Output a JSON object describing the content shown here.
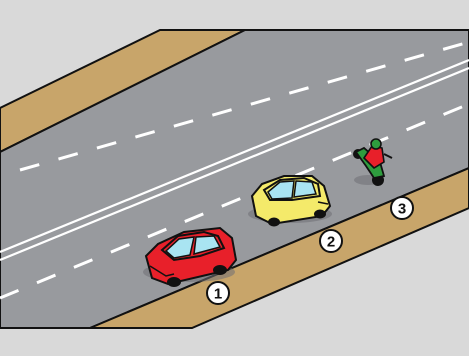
{
  "scene": {
    "colors": {
      "background": "#d9d9d9",
      "asphalt": "#989a9e",
      "shoulder": "#c8a56a",
      "line": "#ffffff",
      "red_car": "#e8202a",
      "yellow_car": "#f4ea6a",
      "motorcycle": "#2e9d3e"
    },
    "vehicles": [
      {
        "number": "1",
        "kind": "red-car"
      },
      {
        "number": "2",
        "kind": "yellow-car"
      },
      {
        "number": "3",
        "kind": "motorcycle"
      }
    ]
  }
}
